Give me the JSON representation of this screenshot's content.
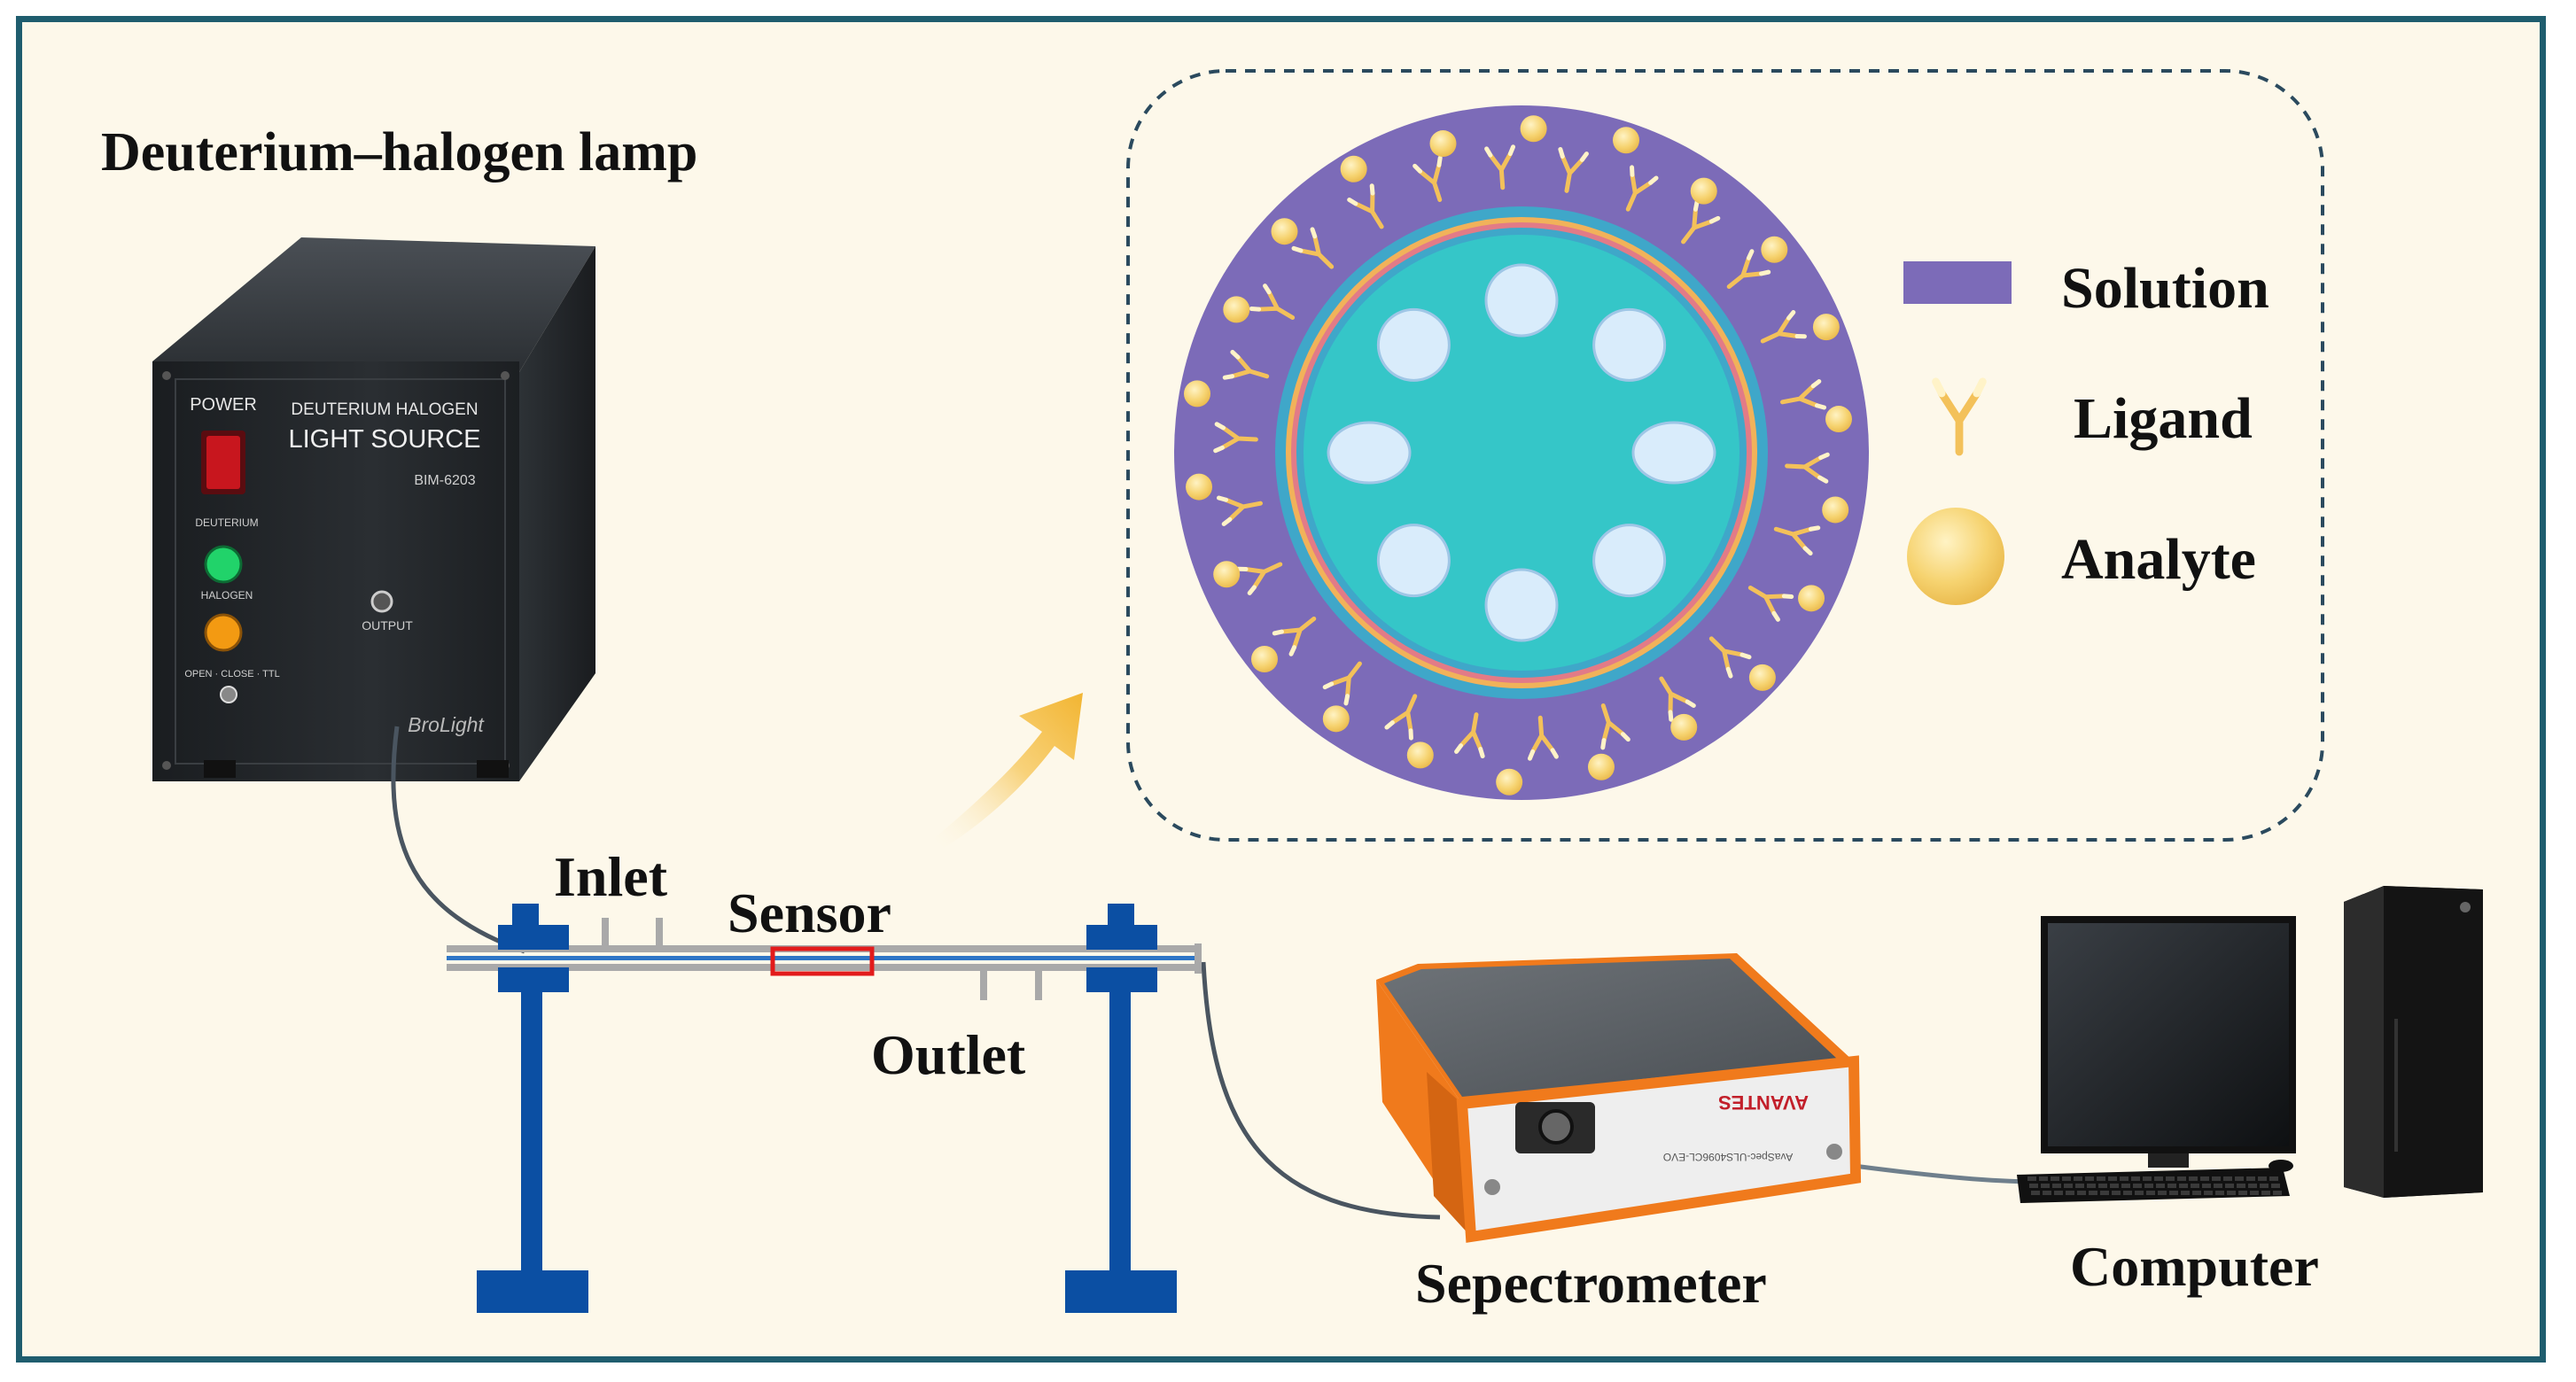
{
  "labels": {
    "lamp": "Deuterium–halogen lamp",
    "inlet": "Inlet",
    "sensor": "Sensor",
    "outlet": "Outlet",
    "spectrometer": "Sepectrometer",
    "computer": "Computer"
  },
  "legend": [
    {
      "label": "Solution",
      "icon": "rect-swatch-icon",
      "color": "#7c6bb8"
    },
    {
      "label": "Ligand",
      "icon": "y-antibody-icon",
      "color": "#f3c15a"
    },
    {
      "label": "Analyte",
      "icon": "sphere-icon",
      "color": "#f6d370"
    }
  ],
  "lamp_panel": {
    "power": "POWER",
    "title_line1": "DEUTERIUM HALOGEN",
    "title_line2": "LIGHT SOURCE",
    "model": "BIM-6203",
    "deuterium": "DEUTERIUM",
    "halogen": "HALOGEN",
    "ttl": "OPEN · CLOSE · TTL",
    "output": "OUTPUT",
    "brand": "BroLight"
  },
  "spectrometer_panel": {
    "brand": "AVANTES",
    "model": "AvaSpec-ULS4096CL-EVO"
  },
  "colors": {
    "frame": "#1f5d6e",
    "background": "#fdf8ea",
    "stand": "#0b4fa3",
    "sensor_box": "#e21b1b",
    "solution": "#7c6bb8",
    "core": "#35c6c8",
    "holes": "#d9ecfb",
    "analyte": "#f6d370",
    "ligand": "#f3c15a",
    "device_orange": "#f07a1c",
    "lamp_body": "#1f2326"
  }
}
